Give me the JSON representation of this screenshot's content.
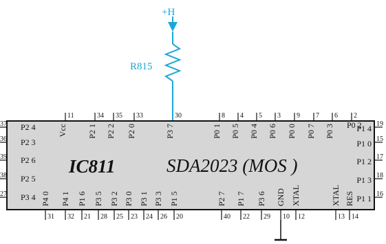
{
  "colors": {
    "body_fill": "#d6d6d6",
    "outline": "#111111",
    "accent": "#1aa7d8"
  },
  "supply": {
    "label": "+H",
    "resistor": "R815"
  },
  "chip": {
    "ref": "IC811",
    "part": "SDA2023 (MOS )"
  },
  "top_pins": [
    {
      "num": "11",
      "label": "Vcc"
    },
    {
      "num": "34",
      "label": "P2 1"
    },
    {
      "num": "35",
      "label": "P2 2"
    },
    {
      "num": "33",
      "label": "P2 0"
    },
    {
      "num": "30",
      "label": "P3 7"
    },
    {
      "num": "8",
      "label": "P0 1"
    },
    {
      "num": "4",
      "label": "P0 5"
    },
    {
      "num": "5",
      "label": "P0 4"
    },
    {
      "num": "3",
      "label": "P0 6"
    },
    {
      "num": "9",
      "label": "P0 0"
    },
    {
      "num": "7",
      "label": "P0 7"
    },
    {
      "num": "6",
      "label": "P0 3"
    },
    {
      "num": "2",
      "label": "P0 2"
    }
  ],
  "bottom_pins": [
    {
      "num": "31",
      "label": "P4 0"
    },
    {
      "num": "32",
      "label": "P4 1"
    },
    {
      "num": "21",
      "label": "P1 6"
    },
    {
      "num": "28",
      "label": "P3 5"
    },
    {
      "num": "25",
      "label": "P3 2"
    },
    {
      "num": "23",
      "label": "P3 0"
    },
    {
      "num": "24",
      "label": "P3 1"
    },
    {
      "num": "26",
      "label": "P3 3"
    },
    {
      "num": "20",
      "label": "P1 5"
    },
    {
      "num": "40",
      "label": "P2 7"
    },
    {
      "num": "22",
      "label": "P1 7"
    },
    {
      "num": "29",
      "label": "P3 6"
    },
    {
      "num": "10",
      "label": "GND"
    },
    {
      "num": "12",
      "label": "XTAL"
    },
    {
      "num": "13",
      "label": "XTAL"
    },
    {
      "num": "14",
      "label": "RES"
    }
  ],
  "left_pins": [
    {
      "num": "37",
      "label": "P2 4"
    },
    {
      "num": "36",
      "label": "P2 3"
    },
    {
      "num": "39",
      "label": "P2 6"
    },
    {
      "num": "38",
      "label": "P2 5"
    },
    {
      "num": "27",
      "label": "P3 4"
    }
  ],
  "right_pins": [
    {
      "num": "19",
      "label": "P1 4"
    },
    {
      "num": "15",
      "label": "P1 0"
    },
    {
      "num": "17",
      "label": "P1 2"
    },
    {
      "num": "18",
      "label": "P1 3"
    },
    {
      "num": "16",
      "label": "P1 1"
    }
  ]
}
